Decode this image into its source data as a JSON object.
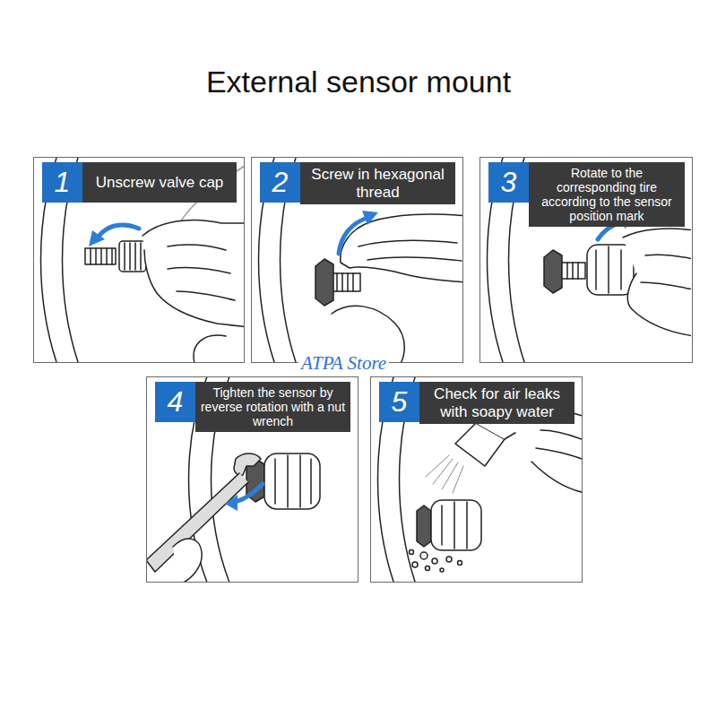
{
  "diagram": {
    "title": "External sensor mount",
    "nodes": [
      {
        "text": [
          "1",
          "Unscrew valve cap"
        ]
      },
      {
        "text": [
          "2",
          "Screw in hexagonal thread"
        ]
      },
      {
        "text": [
          "3",
          "Rotate to the corresponding tire according to the sensor position mark"
        ]
      },
      {
        "text": [
          "4",
          "Tighten the sensor by reverse rotation with a nut wrench"
        ]
      },
      {
        "text": [
          "5",
          "Check for air leaks with soapy water"
        ]
      }
    ],
    "labels": [
      "ATPA Store"
    ]
  }
}
